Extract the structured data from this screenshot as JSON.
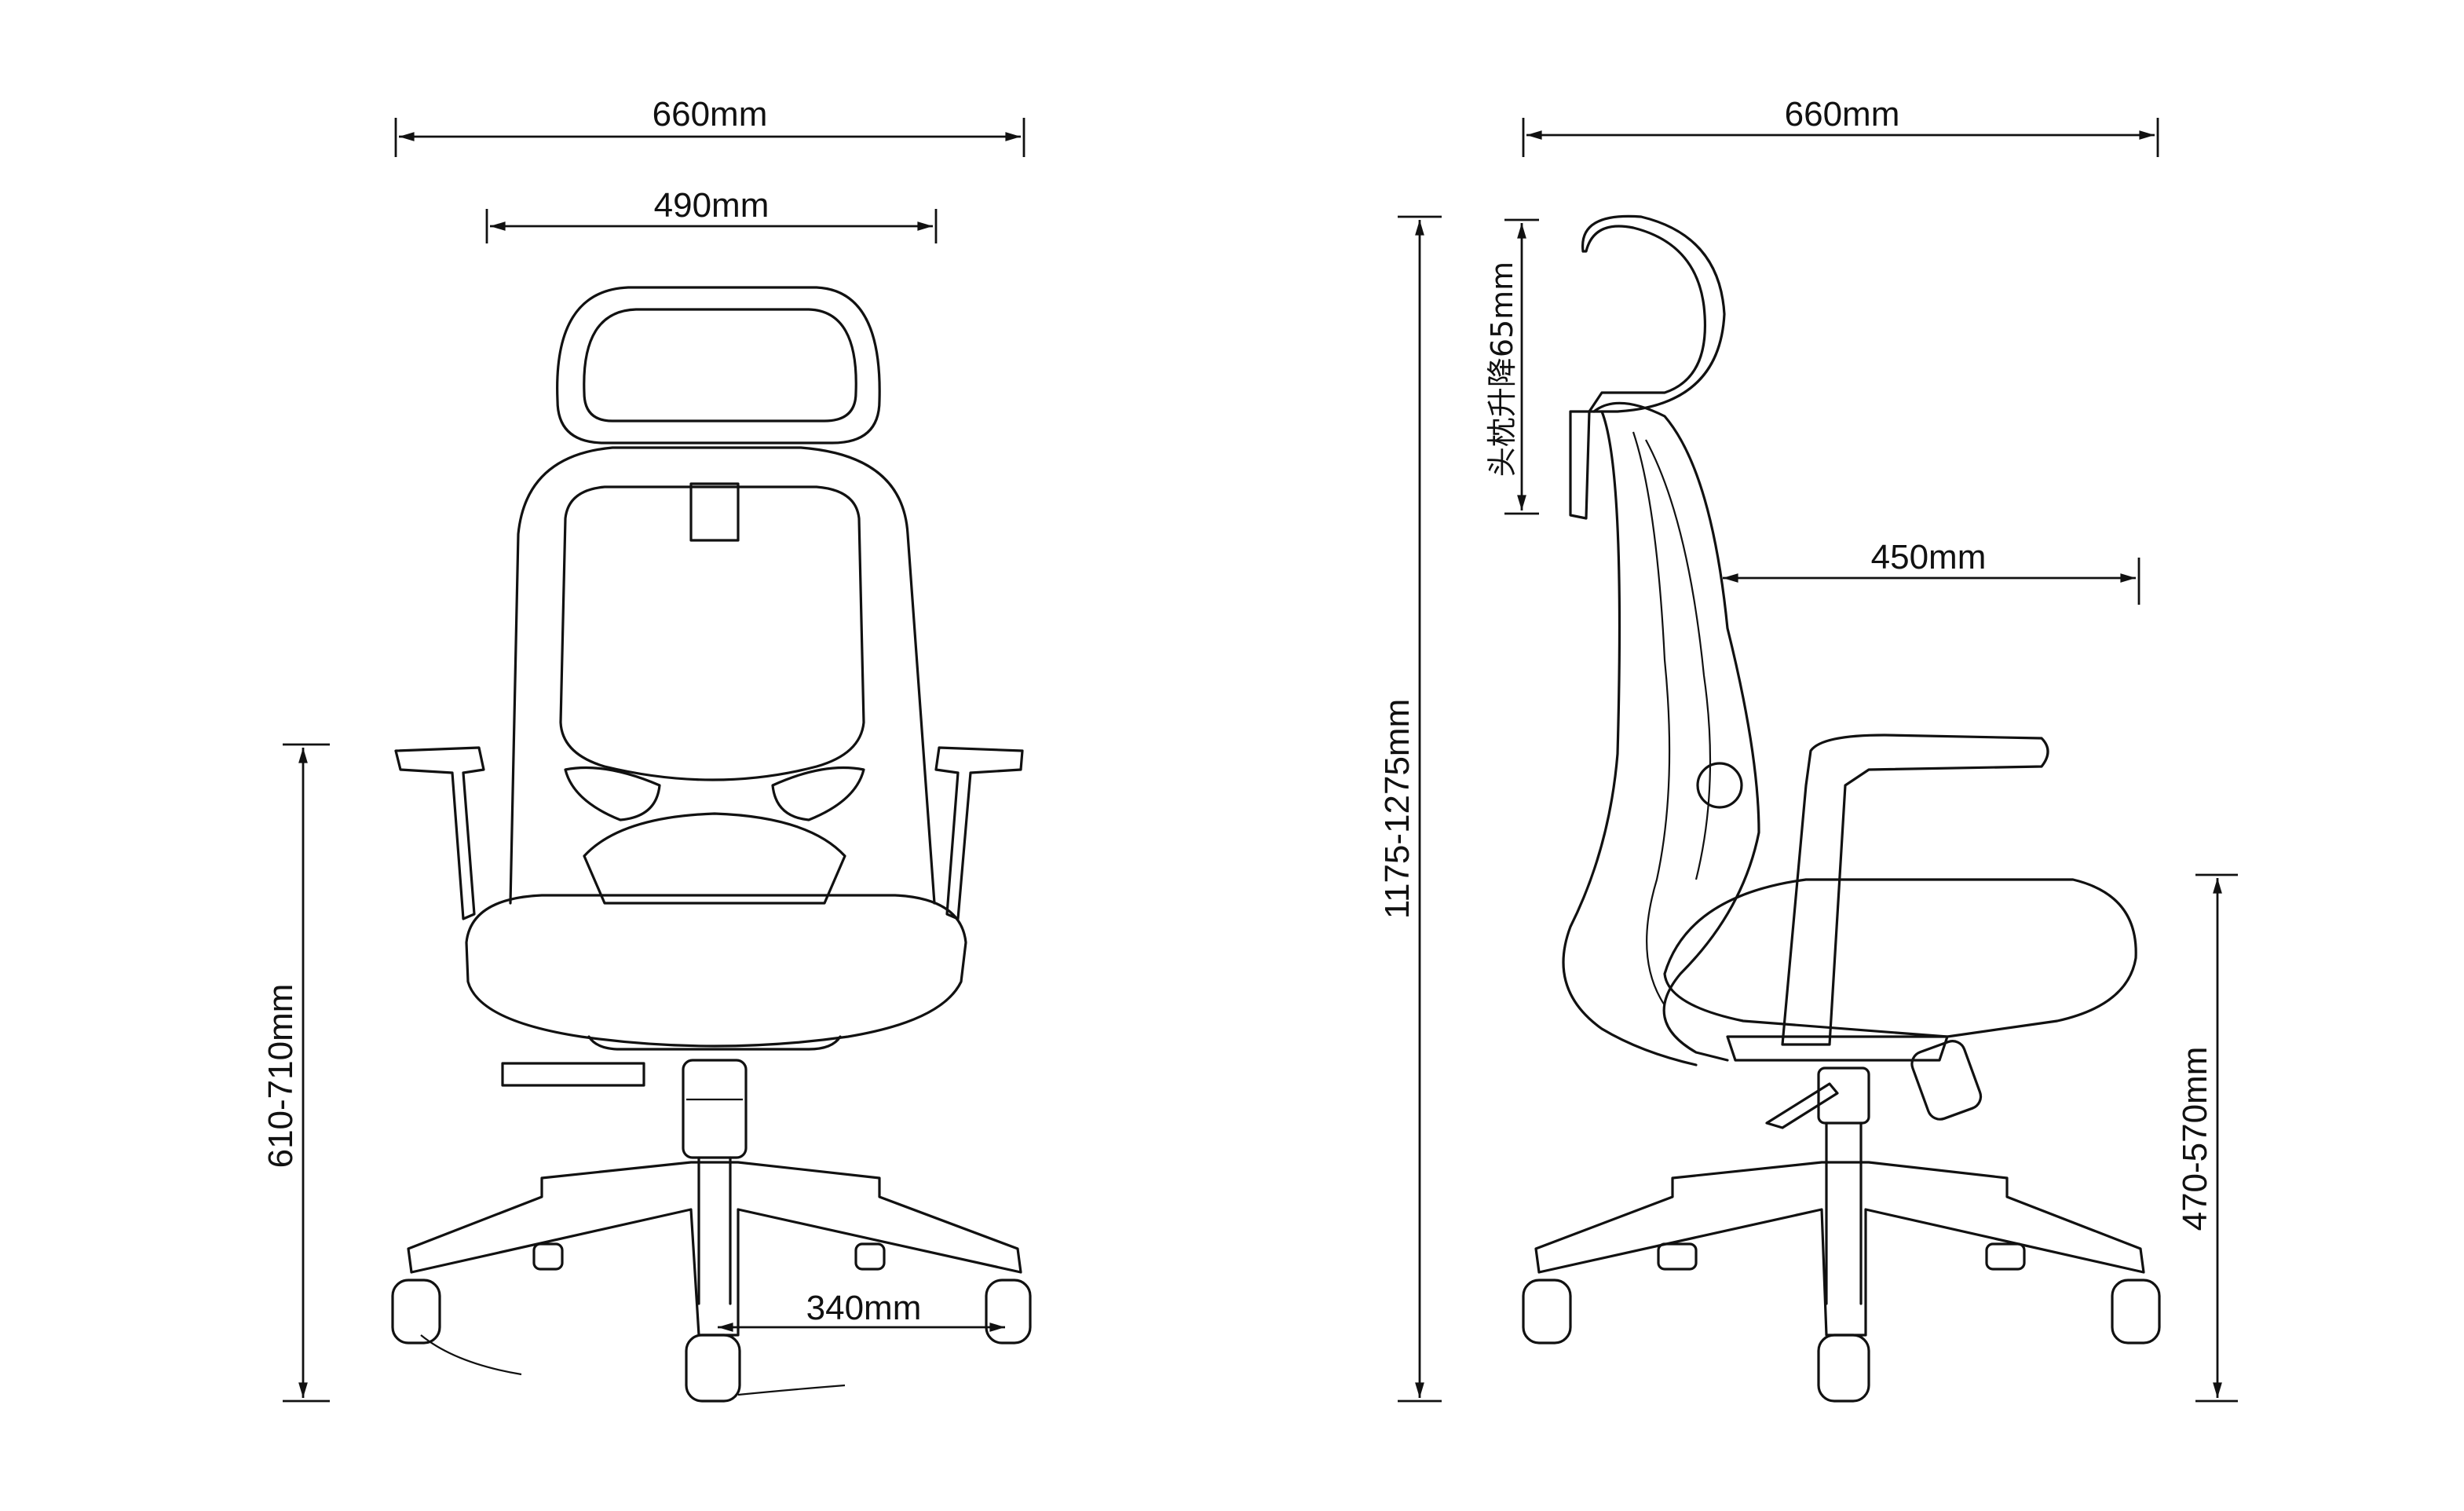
{
  "front_view": {
    "overall_width": "660mm",
    "backrest_width": "490mm",
    "armrest_height": "610-710mm",
    "base_radius": "340mm"
  },
  "side_view": {
    "overall_depth": "660mm",
    "total_height": "1175-1275mm",
    "headrest_adjustment": "头枕升降65mm",
    "seat_depth": "450mm",
    "seat_height": "470-570mm"
  }
}
